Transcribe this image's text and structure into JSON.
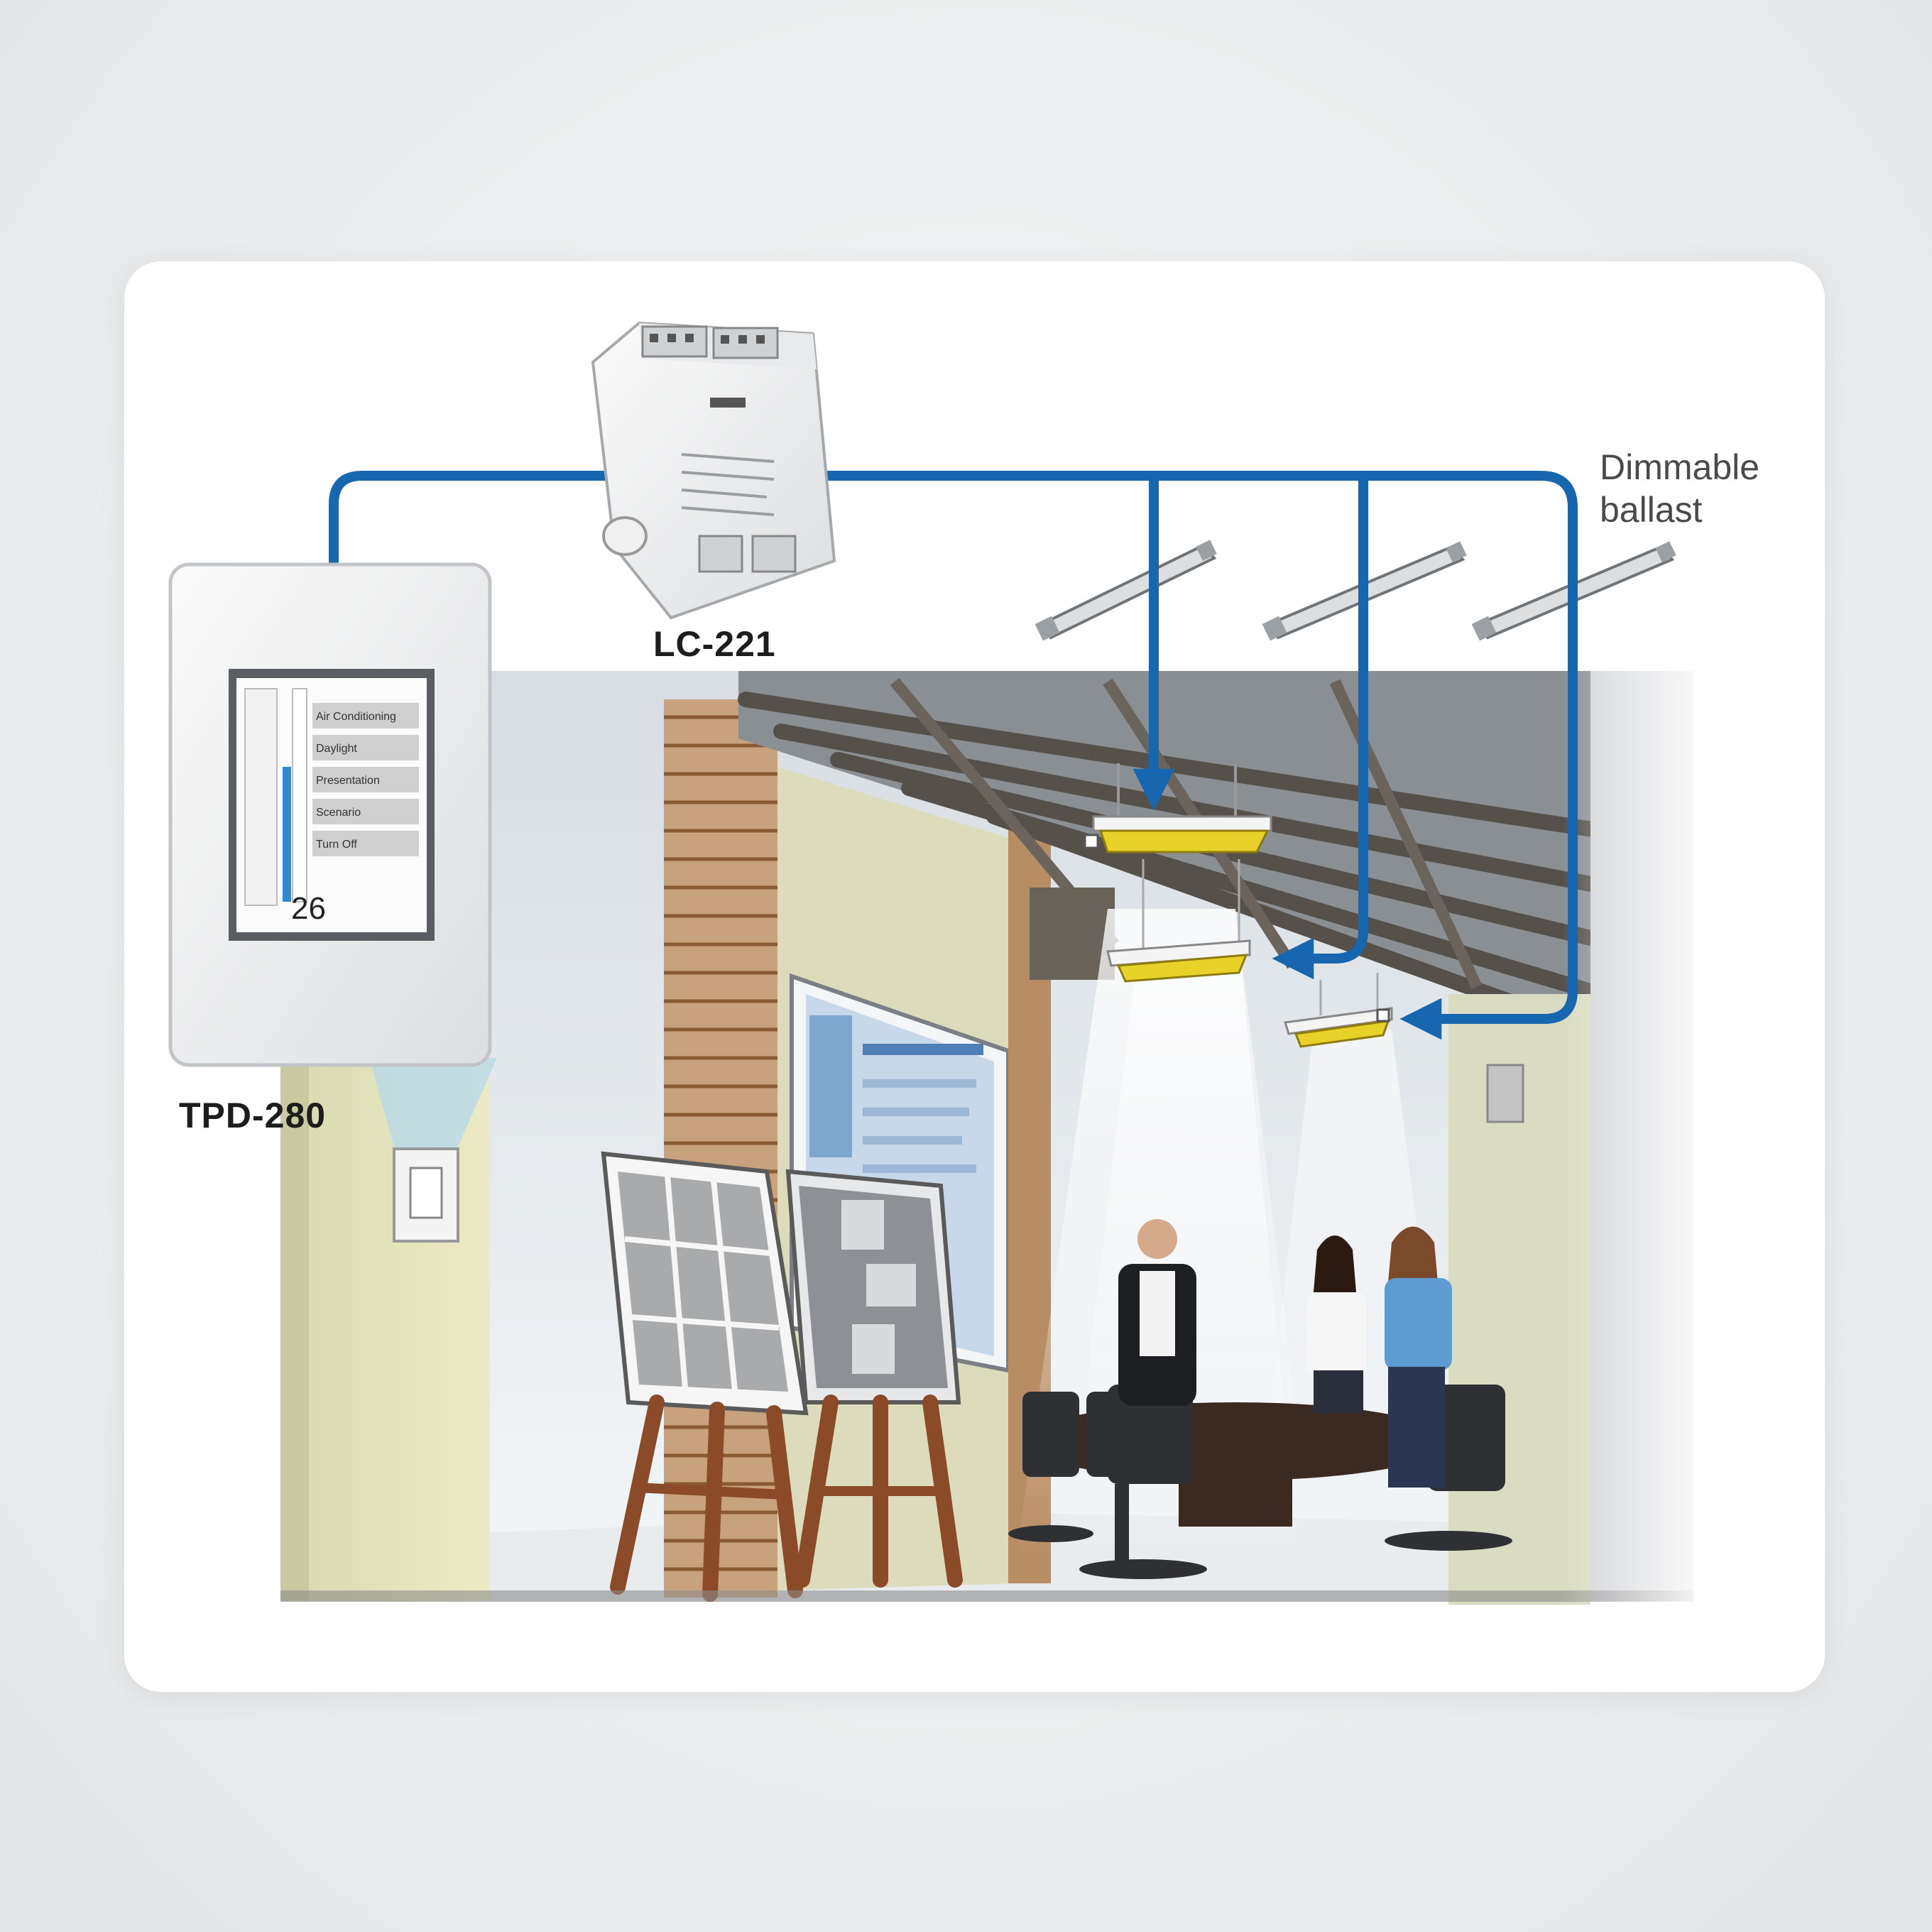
{
  "labels": {
    "controller": "LC-221",
    "touch_panel": "TPD-280",
    "ballast": "Dimmable\nballast"
  },
  "touch_panel_screen": {
    "temperature": "26",
    "menu": [
      "Air Conditioning",
      "Daylight",
      "Presentation",
      "Scenario",
      "Turn Off"
    ]
  },
  "colors": {
    "wire": "#1766b0",
    "background": "#eceeef",
    "card": "#ffffff",
    "lamp_yellow": "#e8d22a"
  },
  "icons": [
    "controller-module",
    "touch-panel",
    "dimmable-ballast",
    "ceiling-light-fixture"
  ]
}
